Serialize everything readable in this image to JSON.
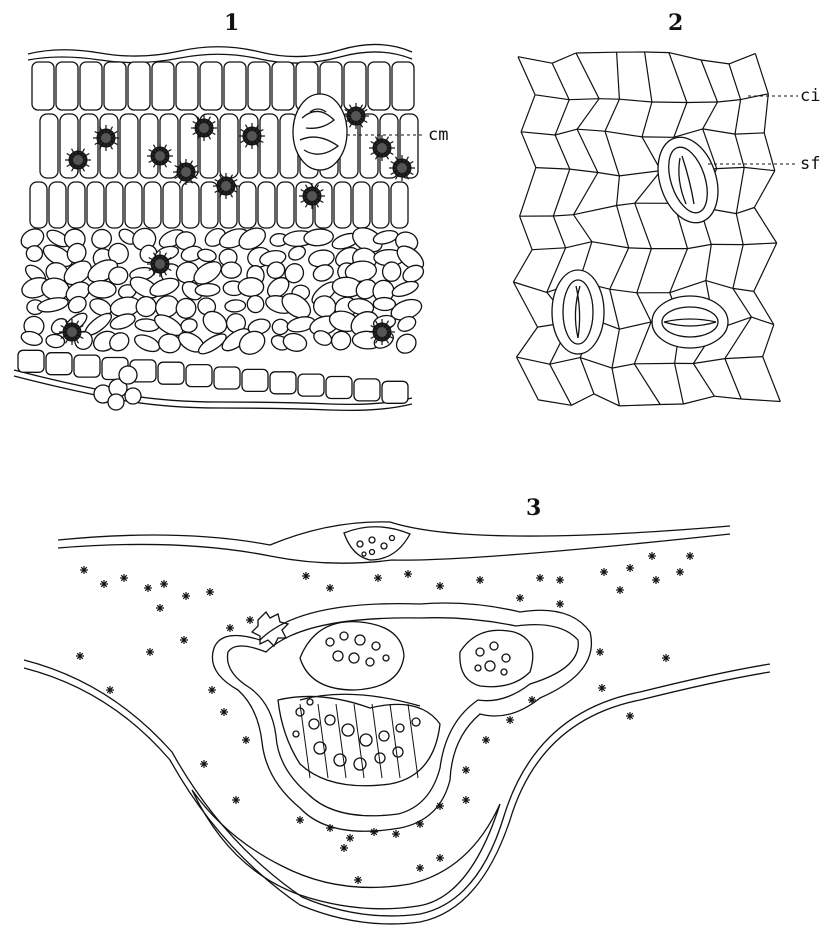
{
  "figures": [
    {
      "number": "1",
      "labels": [
        "cm"
      ]
    },
    {
      "number": "2",
      "labels": [
        "ci",
        "sf"
      ]
    },
    {
      "number": "3",
      "labels": []
    }
  ],
  "colors": {
    "ink": "#111111",
    "paper": "#ffffff"
  }
}
